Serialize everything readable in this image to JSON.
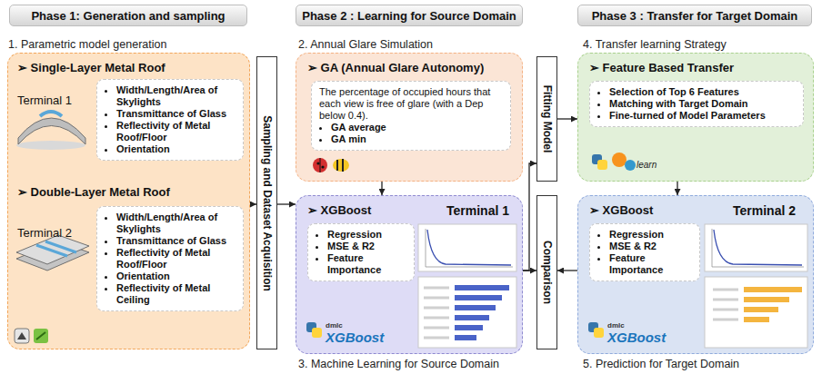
{
  "diagram": {
    "nodes": [
      {
        "text": [
          "Phase 1: Generation and sampling"
        ]
      },
      {
        "text": [
          "Phase 2 : Learning for Source Domain"
        ]
      },
      {
        "text": [
          "Phase 3 : Transfer for Target Domain"
        ]
      },
      {
        "text": [
          "1. Parametric model generation",
          "➢ Single-Layer Metal Roof",
          "Terminal 1",
          "➢ Double-Layer Metal Roof",
          "Terminal 2"
        ]
      },
      {
        "text": [
          "Width/Length/Area of Skylights",
          "Transmittance of Glass",
          "Reflectivity of Metal Roof/Floor",
          "Orientation"
        ],
        "in": 3
      },
      {
        "text": [
          "Width/Length/Area of Skylights",
          "Transmittance of Glass",
          "Reflectivity of Metal Roof/Floor",
          "Orientation",
          "Reflectivity of Metal Ceiling"
        ],
        "in": 3
      },
      {
        "text": [
          "Sampling and Dataset Acquisition"
        ]
      },
      {
        "text": [
          "2. Annual Glare Simulation",
          "➢ GA (Annual Glare Autonomy)"
        ]
      },
      {
        "text": [
          "The percentage of occupied hours that each view is free of glare (with a Dep below 0.4).",
          "GA average",
          "GA min"
        ],
        "in": 7
      },
      {
        "text": [
          "3. Machine Learning for Source Domain",
          "➢ XGBoost",
          "Terminal 1",
          "dmlc",
          "XGBoost"
        ]
      },
      {
        "text": [
          "Regression",
          "MSE & R2",
          "Feature Importance"
        ],
        "in": 9
      },
      {
        "text": [
          "Fitting Model"
        ]
      },
      {
        "text": [
          "Comparison"
        ]
      },
      {
        "text": [
          "4. Transfer learning Strategy",
          "➢ Feature Based Transfer",
          "learn"
        ]
      },
      {
        "text": [
          "Selection of Top 6 Features",
          "Matching with Target Domain",
          "Fine-turned of Model Parameters"
        ],
        "in": 13
      },
      {
        "text": [
          "5. Prediction for Target Domain",
          "➢ XGBoost",
          "Terminal 2",
          "dmlc",
          "XGBoost"
        ]
      },
      {
        "text": [
          "Regression",
          "MSE & R2",
          "Feature Importance"
        ],
        "in": 15
      }
    ],
    "edges": [
      {
        "from": 3,
        "to": 6,
        "arrow": "to"
      },
      {
        "from": 6,
        "to": 9,
        "arrow": "to"
      },
      {
        "from": 7,
        "to": 9,
        "arrow": "to"
      },
      {
        "from": 9,
        "to": 11,
        "arrow": "to"
      },
      {
        "from": 9,
        "to": 12,
        "arrow": "to"
      },
      {
        "from": 11,
        "to": 13,
        "arrow": "to"
      },
      {
        "from": 13,
        "to": 15,
        "arrow": "to"
      },
      {
        "from": 15,
        "to": 12,
        "arrow": "to"
      }
    ]
  }
}
